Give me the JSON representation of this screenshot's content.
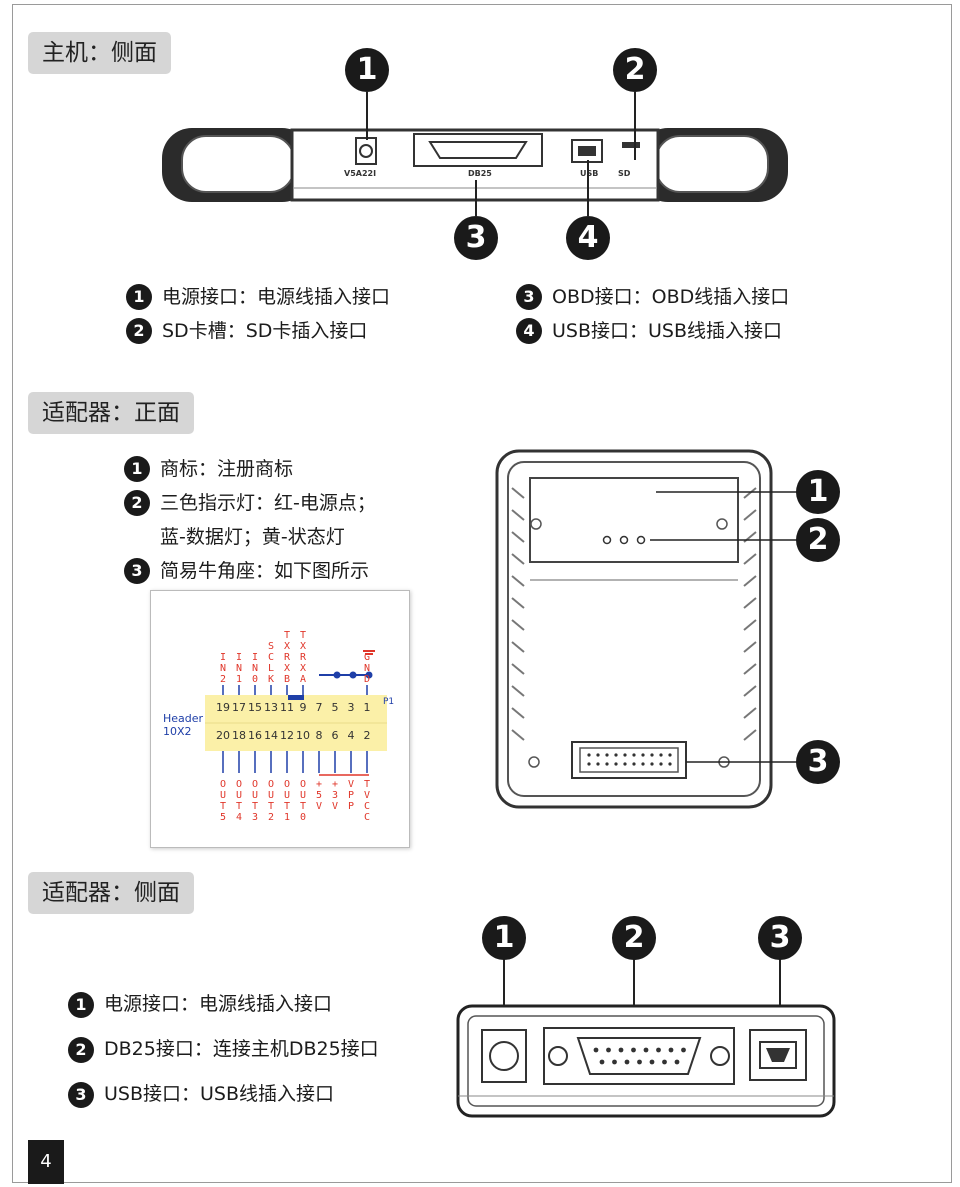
{
  "page_number": "4",
  "sections": {
    "host_side": {
      "title": "主机：侧面"
    },
    "adapter_front": {
      "title": "适配器：正面"
    },
    "adapter_side": {
      "title": "适配器：侧面"
    }
  },
  "host_side_legend": [
    {
      "num": "1",
      "text": "电源接口：电源线插入接口"
    },
    {
      "num": "2",
      "text": "SD卡槽：SD卡插入接口"
    },
    {
      "num": "3",
      "text": "OBD接口：OBD线插入接口"
    },
    {
      "num": "4",
      "text": "USB接口：USB线插入接口"
    }
  ],
  "adapter_front_legend": [
    {
      "num": "1",
      "text": "商标：注册商标"
    },
    {
      "num": "2",
      "text": "三色指示灯：红-电源点；",
      "cont": "蓝-数据灯；黄-状态灯"
    },
    {
      "num": "3",
      "text": "简易牛角座：如下图所示"
    }
  ],
  "adapter_side_legend": [
    {
      "num": "1",
      "text": "电源接口：电源线插入接口"
    },
    {
      "num": "2",
      "text": "DB25接口：连接主机DB25接口"
    },
    {
      "num": "3",
      "text": "USB接口：USB线插入接口"
    }
  ],
  "host_callouts": [
    "1",
    "2",
    "3",
    "4"
  ],
  "host_port_labels": [
    "V5A22I",
    "DB25",
    "USB",
    "SD"
  ],
  "front_callouts": [
    "1",
    "2",
    "3"
  ],
  "side_callouts": [
    "1",
    "2",
    "3"
  ],
  "pinout": {
    "header_label": "Header",
    "header_size": "10X2",
    "connector_name": "P1",
    "top_pins": [
      "19",
      "17",
      "15",
      "13",
      "11",
      "9",
      "7",
      "5",
      "3",
      "1"
    ],
    "bottom_pins": [
      "20",
      "18",
      "16",
      "14",
      "12",
      "10",
      "8",
      "6",
      "4",
      "2"
    ],
    "top_signals": [
      "IN2",
      "IN1",
      "IN0",
      "SCLK",
      "TXRXB",
      "TXRXA",
      "",
      "",
      "",
      "GND"
    ],
    "bottom_signals": [
      "OUT5",
      "OUT4",
      "OUT3",
      "OUT2",
      "OUT1",
      "OUT0",
      "+5V",
      "+3V",
      "VPP",
      "TVCC"
    ]
  },
  "colors": {
    "red": "#e0362a",
    "blue": "#1f3fa8",
    "highlight": "#fbf0a8"
  }
}
